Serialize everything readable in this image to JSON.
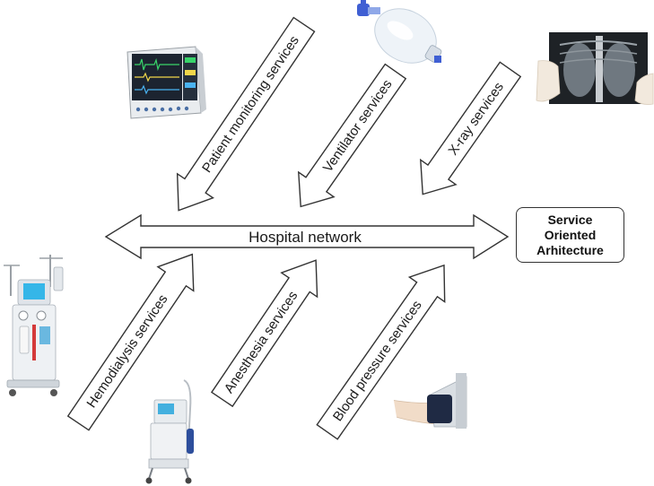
{
  "network": {
    "label": "Hospital network"
  },
  "soa": {
    "lines": [
      "Service",
      "Oriented",
      "Arhitecture"
    ]
  },
  "services": {
    "patient_monitoring": "Patient monitoring services",
    "ventilator": "Ventilator services",
    "xray": "X-ray services",
    "hemodialysis": "Hemodialysis services",
    "anesthesia": "Anesthesia services",
    "blood_pressure": "Blood pressure services"
  },
  "devices": {
    "monitor": "patient-monitor-icon",
    "ventilator_bag": "ventilator-bag-icon",
    "xray": "chest-xray-icon",
    "dialysis": "dialysis-machine-icon",
    "anesthesia": "anesthesia-machine-icon",
    "bp_cuff": "blood-pressure-cuff-icon"
  },
  "colors": {
    "stroke": "#333333",
    "text": "#1a1a1a",
    "fill": "#ffffff"
  }
}
